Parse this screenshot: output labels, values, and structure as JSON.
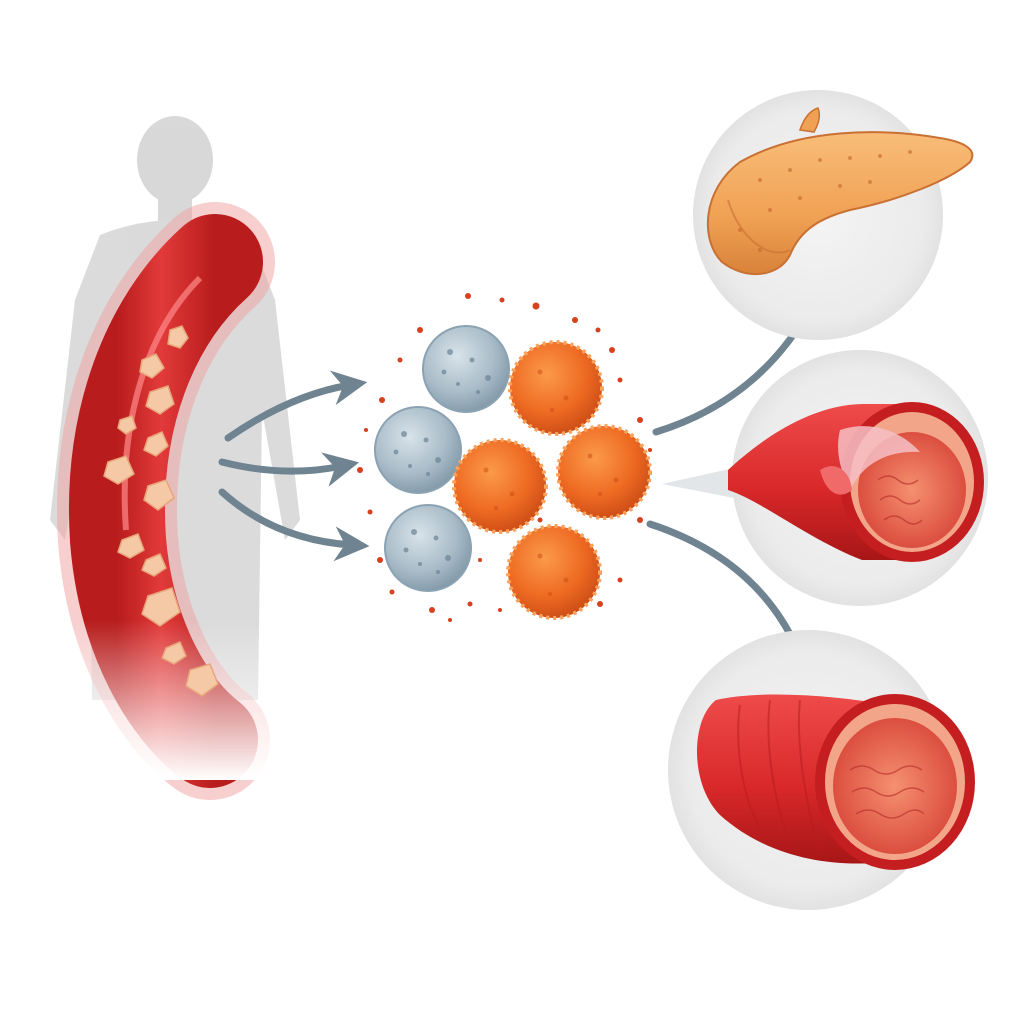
{
  "scene": {
    "elements": [
      "human-silhouette",
      "blood-vessel-with-glucose-crystals",
      "cell-cluster",
      "pancreas",
      "damaged-artery",
      "healthy-artery"
    ]
  },
  "colors": {
    "silhouette": "#c4c4c4",
    "vessel_red": "#d42a2a",
    "vessel_light": "#f2a0a0",
    "crystal": "#f5c9a6",
    "cell_blue": "#a9bcc8",
    "cell_orange": "#ee6a23",
    "particle_red": "#d8401e",
    "pancreas": "#f0a154",
    "artery_red": "#d8282a",
    "arrow": "#6f8391",
    "circle_bg": "#ececec"
  },
  "cells": {
    "blue_count": 3,
    "orange_count": 4
  }
}
